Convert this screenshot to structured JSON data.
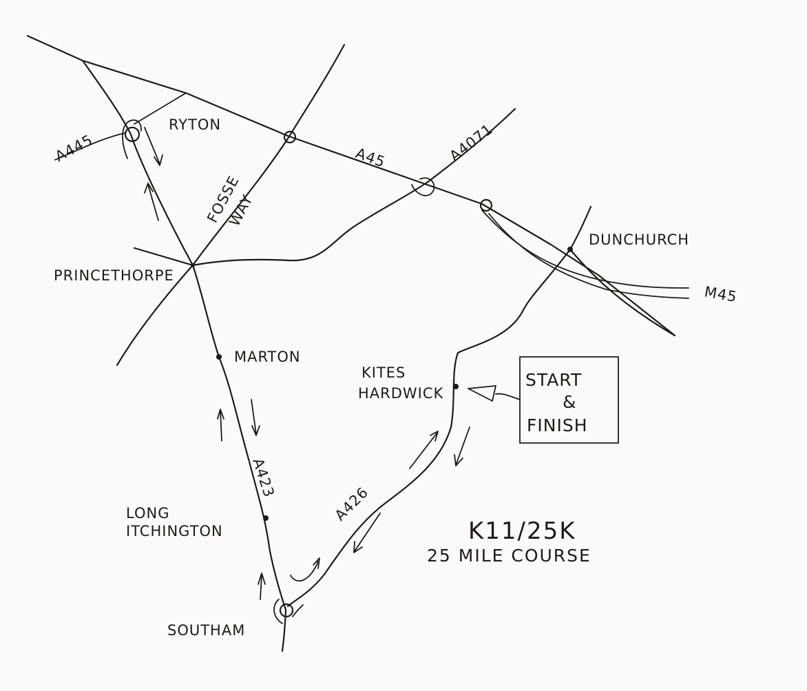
{
  "places": {
    "ryton": "RYTON",
    "princethorpe": "PRINCETHORPE",
    "marton": "MARTON",
    "kites_hardwick_1": "KITES",
    "kites_hardwick_2": "HARDWICK",
    "dunchurch": "DUNCHURCH",
    "long_itchington_1": "LONG",
    "long_itchington_2": "ITCHINGTON",
    "southam": "SOUTHAM"
  },
  "roads": {
    "a445": "A445",
    "fosse_1": "FOSSE",
    "fosse_2": "WAY",
    "a45": "A45",
    "a4071": "A4071",
    "m45": "M45",
    "a423": "A423",
    "a426": "A426"
  },
  "start_finish": {
    "line1": "START",
    "line2": "&",
    "line3": "FINISH"
  },
  "course": {
    "code": "K11/25K",
    "description": "25 MILE COURSE"
  }
}
